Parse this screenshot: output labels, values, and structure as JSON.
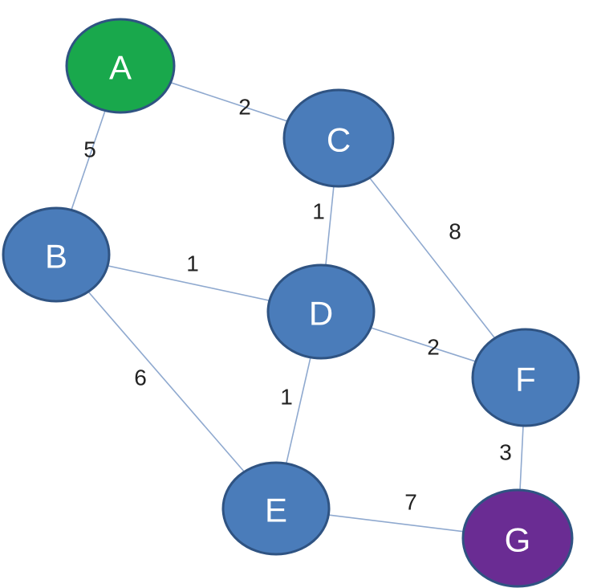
{
  "colors": {
    "default_node": "#4a7cba",
    "start_node": "#19a84c",
    "end_node": "#6a2c93",
    "edge": "#8fa9cf"
  },
  "nodes": [
    {
      "id": "A",
      "label": "A",
      "color": "#19a84c"
    },
    {
      "id": "B",
      "label": "B",
      "color": "#4a7cba"
    },
    {
      "id": "C",
      "label": "C",
      "color": "#4a7cba"
    },
    {
      "id": "D",
      "label": "D",
      "color": "#4a7cba"
    },
    {
      "id": "E",
      "label": "E",
      "color": "#4a7cba"
    },
    {
      "id": "F",
      "label": "F",
      "color": "#4a7cba"
    },
    {
      "id": "G",
      "label": "G",
      "color": "#6a2c93"
    }
  ],
  "edges": [
    {
      "from": "A",
      "to": "C",
      "weight": "2"
    },
    {
      "from": "A",
      "to": "B",
      "weight": "5"
    },
    {
      "from": "C",
      "to": "D",
      "weight": "1"
    },
    {
      "from": "C",
      "to": "F",
      "weight": "8"
    },
    {
      "from": "B",
      "to": "D",
      "weight": "1"
    },
    {
      "from": "B",
      "to": "E",
      "weight": "6"
    },
    {
      "from": "D",
      "to": "F",
      "weight": "2"
    },
    {
      "from": "D",
      "to": "E",
      "weight": "1"
    },
    {
      "from": "F",
      "to": "G",
      "weight": "3"
    },
    {
      "from": "E",
      "to": "G",
      "weight": "7"
    }
  ]
}
